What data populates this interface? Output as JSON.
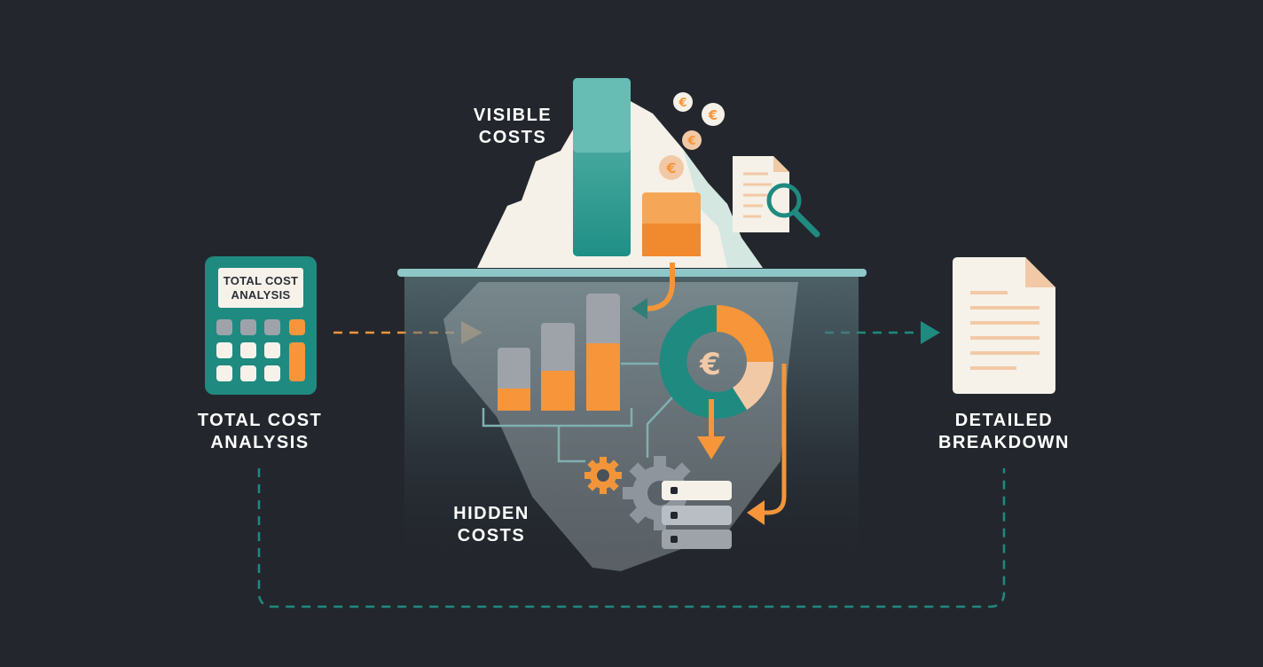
{
  "labels": {
    "visible_costs": [
      "VISIBLE",
      "COSTS"
    ],
    "hidden_costs": [
      "HIDDEN",
      "COSTS"
    ],
    "total_cost_analysis": [
      "TOTAL COST",
      "ANALYSIS"
    ],
    "detailed_breakdown": [
      "DETAILED",
      "BREAKDOWN"
    ]
  },
  "calculator": {
    "screen": [
      "TOTAL COST",
      "ANALYSIS"
    ]
  },
  "currency_symbol": "€",
  "icons": {
    "calculator": "calculator-icon",
    "document_search": "document-magnifier-icon",
    "document": "document-icon",
    "gears": "gears-icon",
    "server": "server-stack-icon",
    "donut": "euro-donut-chart-icon",
    "coins": "euro-coin-icon"
  },
  "colors": {
    "background": "#23272d",
    "teal": "#1a8a80",
    "teal_light": "#6cc3b7",
    "orange": "#f6953a",
    "peach": "#f2c9a6",
    "cream": "#f6f2ea",
    "gray": "#9ea3aa"
  }
}
